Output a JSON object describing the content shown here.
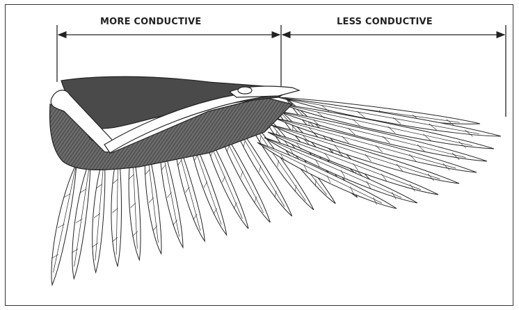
{
  "labels": {
    "more_conductive": "MORE CONDUCTIVE",
    "less_conductive": "LESS CONDUCTIVE"
  },
  "colors": {
    "ink": "#222222",
    "shading": "#555555",
    "background": "#ffffff"
  },
  "icons": [
    "bird-wing-illustration",
    "dimension-arrow"
  ]
}
